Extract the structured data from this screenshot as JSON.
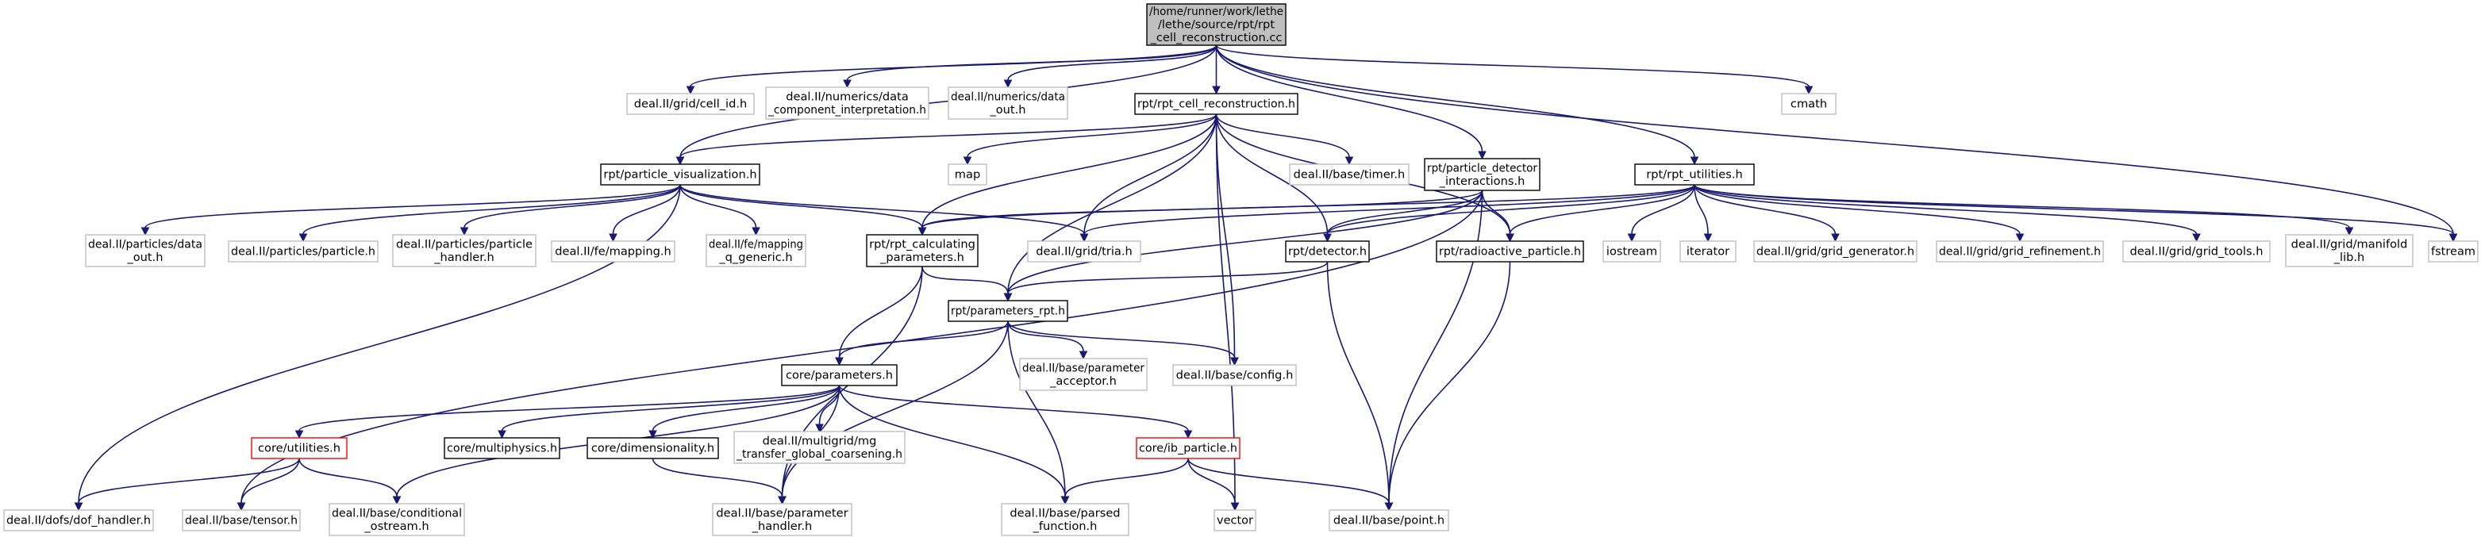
{
  "graph": {
    "colors": {
      "edge": "#191970",
      "root_fill": "#bfbfbf",
      "external_border": "#bfbfbf",
      "incomplete_border": "#ff0000"
    },
    "nodes": [
      {
        "id": "root",
        "kind": "root",
        "lines": [
          "/home/runner/work/lethe",
          "/lethe/source/rpt/rpt",
          "_cell_reconstruction.cc"
        ]
      },
      {
        "id": "cell_id",
        "kind": "external",
        "lines": [
          "deal.II/grid/cell_id.h"
        ]
      },
      {
        "id": "data_comp",
        "kind": "external",
        "lines": [
          "deal.II/numerics/data",
          "_component_interpretation.h"
        ]
      },
      {
        "id": "data_out",
        "kind": "external",
        "lines": [
          "deal.II/numerics/data",
          "_out.h"
        ]
      },
      {
        "id": "rpt_cell",
        "kind": "local",
        "lines": [
          "rpt/rpt_cell_reconstruction.h"
        ]
      },
      {
        "id": "cmath",
        "kind": "external",
        "lines": [
          "cmath"
        ]
      },
      {
        "id": "pviz",
        "kind": "local",
        "lines": [
          "rpt/particle_visualization.h"
        ]
      },
      {
        "id": "map",
        "kind": "external",
        "lines": [
          "map"
        ]
      },
      {
        "id": "timer",
        "kind": "external",
        "lines": [
          "deal.II/base/timer.h"
        ]
      },
      {
        "id": "pdi",
        "kind": "local",
        "lines": [
          "rpt/particle_detector",
          "_interactions.h"
        ]
      },
      {
        "id": "rpt_util",
        "kind": "local",
        "lines": [
          "rpt/rpt_utilities.h"
        ]
      },
      {
        "id": "pdata_out",
        "kind": "external",
        "lines": [
          "deal.II/particles/data",
          "_out.h"
        ]
      },
      {
        "id": "particle_h",
        "kind": "external",
        "lines": [
          "deal.II/particles/particle.h"
        ]
      },
      {
        "id": "particle_handler",
        "kind": "external",
        "lines": [
          "deal.II/particles/particle",
          "_handler.h"
        ]
      },
      {
        "id": "mapping",
        "kind": "external",
        "lines": [
          "deal.II/fe/mapping.h"
        ]
      },
      {
        "id": "mapping_q",
        "kind": "external",
        "lines": [
          "deal.II/fe/mapping",
          "_q_generic.h"
        ]
      },
      {
        "id": "rpt_calc",
        "kind": "local",
        "lines": [
          "rpt/rpt_calculating",
          "_parameters.h"
        ]
      },
      {
        "id": "tria",
        "kind": "external",
        "lines": [
          "deal.II/grid/tria.h"
        ]
      },
      {
        "id": "detector",
        "kind": "local",
        "lines": [
          "rpt/detector.h"
        ]
      },
      {
        "id": "radioactive",
        "kind": "local",
        "lines": [
          "rpt/radioactive_particle.h"
        ]
      },
      {
        "id": "iostream",
        "kind": "external",
        "lines": [
          "iostream"
        ]
      },
      {
        "id": "iterator",
        "kind": "external",
        "lines": [
          "iterator"
        ]
      },
      {
        "id": "grid_gen",
        "kind": "external",
        "lines": [
          "deal.II/grid/grid_generator.h"
        ]
      },
      {
        "id": "grid_ref",
        "kind": "external",
        "lines": [
          "deal.II/grid/grid_refinement.h"
        ]
      },
      {
        "id": "grid_tools",
        "kind": "external",
        "lines": [
          "deal.II/grid/grid_tools.h"
        ]
      },
      {
        "id": "manifold",
        "kind": "external",
        "lines": [
          "deal.II/grid/manifold",
          "_lib.h"
        ]
      },
      {
        "id": "fstream",
        "kind": "external",
        "lines": [
          "fstream"
        ]
      },
      {
        "id": "params_rpt",
        "kind": "local",
        "lines": [
          "rpt/parameters_rpt.h"
        ]
      },
      {
        "id": "param_acceptor",
        "kind": "external",
        "lines": [
          "deal.II/base/parameter",
          "_acceptor.h"
        ]
      },
      {
        "id": "config",
        "kind": "external",
        "lines": [
          "deal.II/base/config.h"
        ]
      },
      {
        "id": "core_params",
        "kind": "local",
        "lines": [
          "core/parameters.h"
        ]
      },
      {
        "id": "core_util",
        "kind": "incomplete",
        "lines": [
          "core/utilities.h"
        ]
      },
      {
        "id": "multiphysics",
        "kind": "local",
        "lines": [
          "core/multiphysics.h"
        ]
      },
      {
        "id": "dimensionality",
        "kind": "local",
        "lines": [
          "core/dimensionality.h"
        ]
      },
      {
        "id": "mg_transfer",
        "kind": "external",
        "lines": [
          "deal.II/multigrid/mg",
          "_transfer_global_coarsening.h"
        ]
      },
      {
        "id": "ib_particle",
        "kind": "incomplete",
        "lines": [
          "core/ib_particle.h"
        ]
      },
      {
        "id": "dof_handler",
        "kind": "external",
        "lines": [
          "deal.II/dofs/dof_handler.h"
        ]
      },
      {
        "id": "tensor",
        "kind": "external",
        "lines": [
          "deal.II/base/tensor.h"
        ]
      },
      {
        "id": "cond_ostream",
        "kind": "external",
        "lines": [
          "deal.II/base/conditional",
          "_ostream.h"
        ]
      },
      {
        "id": "param_handler",
        "kind": "external",
        "lines": [
          "deal.II/base/parameter",
          "_handler.h"
        ]
      },
      {
        "id": "parsed_func",
        "kind": "external",
        "lines": [
          "deal.II/base/parsed",
          "_function.h"
        ]
      },
      {
        "id": "vector",
        "kind": "external",
        "lines": [
          "vector"
        ]
      },
      {
        "id": "point",
        "kind": "external",
        "lines": [
          "deal.II/base/point.h"
        ]
      }
    ],
    "edges": [
      [
        "root",
        "cell_id"
      ],
      [
        "root",
        "data_comp"
      ],
      [
        "root",
        "data_out"
      ],
      [
        "root",
        "rpt_cell"
      ],
      [
        "root",
        "cmath"
      ],
      [
        "root",
        "pviz"
      ],
      [
        "root",
        "pdi"
      ],
      [
        "root",
        "rpt_util"
      ],
      [
        "root",
        "fstream"
      ],
      [
        "rpt_cell",
        "pviz"
      ],
      [
        "rpt_cell",
        "map"
      ],
      [
        "rpt_cell",
        "timer"
      ],
      [
        "rpt_cell",
        "rpt_calc"
      ],
      [
        "rpt_cell",
        "tria"
      ],
      [
        "rpt_cell",
        "detector"
      ],
      [
        "rpt_cell",
        "radioactive"
      ],
      [
        "rpt_cell",
        "params_rpt"
      ],
      [
        "rpt_cell",
        "config"
      ],
      [
        "rpt_cell",
        "vector"
      ],
      [
        "pviz",
        "pdata_out"
      ],
      [
        "pviz",
        "particle_h"
      ],
      [
        "pviz",
        "particle_handler"
      ],
      [
        "pviz",
        "mapping"
      ],
      [
        "pviz",
        "mapping_q"
      ],
      [
        "pviz",
        "rpt_calc"
      ],
      [
        "pviz",
        "tria"
      ],
      [
        "pviz",
        "dof_handler"
      ],
      [
        "pdi",
        "rpt_calc"
      ],
      [
        "pdi",
        "detector"
      ],
      [
        "pdi",
        "radioactive"
      ],
      [
        "pdi",
        "params_rpt"
      ],
      [
        "pdi",
        "point"
      ],
      [
        "pdi",
        "tensor"
      ],
      [
        "rpt_util",
        "rpt_calc"
      ],
      [
        "rpt_util",
        "tria"
      ],
      [
        "rpt_util",
        "detector"
      ],
      [
        "rpt_util",
        "radioactive"
      ],
      [
        "rpt_util",
        "iostream"
      ],
      [
        "rpt_util",
        "iterator"
      ],
      [
        "rpt_util",
        "grid_gen"
      ],
      [
        "rpt_util",
        "grid_ref"
      ],
      [
        "rpt_util",
        "grid_tools"
      ],
      [
        "rpt_util",
        "manifold"
      ],
      [
        "rpt_util",
        "fstream"
      ],
      [
        "rpt_calc",
        "params_rpt"
      ],
      [
        "rpt_calc",
        "core_params"
      ],
      [
        "rpt_calc",
        "param_handler"
      ],
      [
        "detector",
        "params_rpt"
      ],
      [
        "detector",
        "point"
      ],
      [
        "radioactive",
        "point"
      ],
      [
        "params_rpt",
        "param_acceptor"
      ],
      [
        "params_rpt",
        "config"
      ],
      [
        "params_rpt",
        "core_params"
      ],
      [
        "params_rpt",
        "param_handler"
      ],
      [
        "params_rpt",
        "parsed_func"
      ],
      [
        "core_params",
        "core_util"
      ],
      [
        "core_params",
        "multiphysics"
      ],
      [
        "core_params",
        "dimensionality"
      ],
      [
        "core_params",
        "mg_transfer"
      ],
      [
        "core_params",
        "ib_particle"
      ],
      [
        "core_params",
        "cond_ostream"
      ],
      [
        "core_params",
        "param_handler"
      ],
      [
        "core_params",
        "parsed_func"
      ],
      [
        "core_util",
        "dof_handler"
      ],
      [
        "core_util",
        "tensor"
      ],
      [
        "core_util",
        "cond_ostream"
      ],
      [
        "dimensionality",
        "param_handler"
      ],
      [
        "ib_particle",
        "parsed_func"
      ],
      [
        "ib_particle",
        "vector"
      ],
      [
        "ib_particle",
        "point"
      ]
    ]
  }
}
